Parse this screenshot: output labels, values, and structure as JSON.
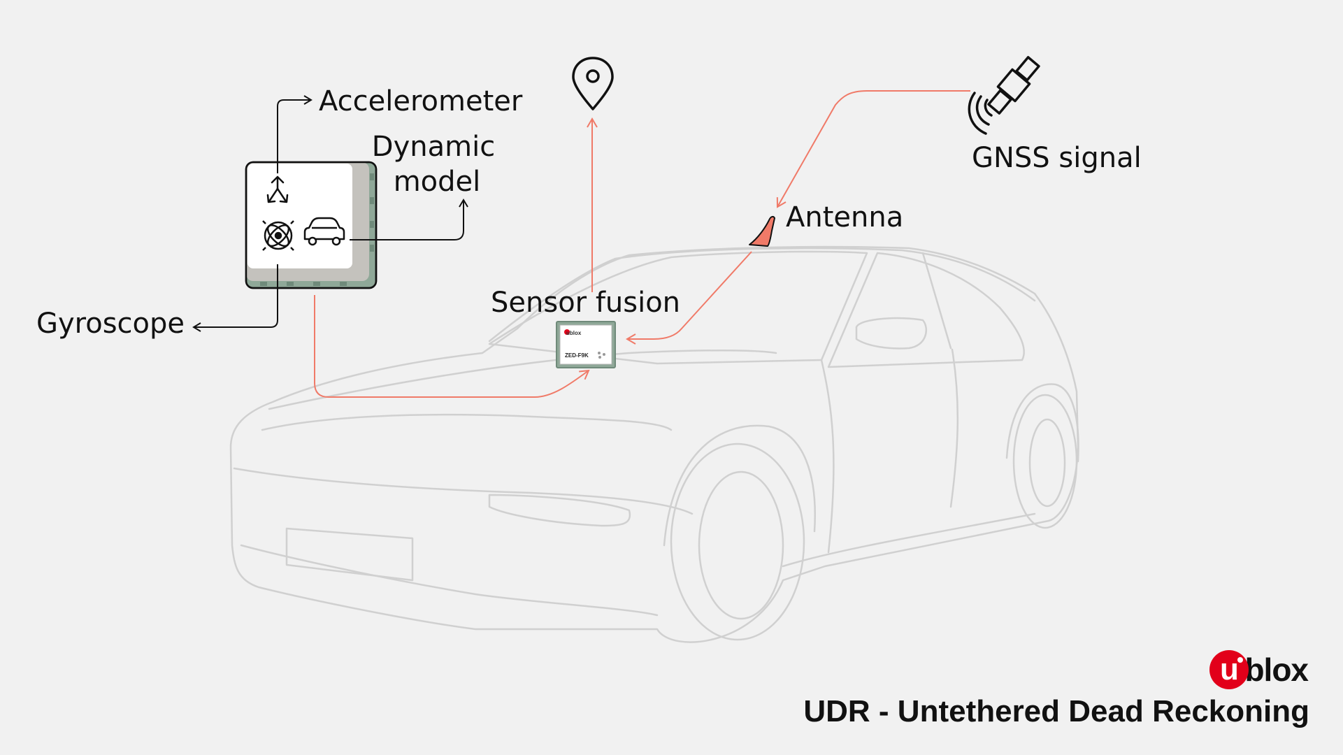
{
  "labels": {
    "accelerometer": "Accelerometer",
    "dynamic_model_line1": "Dynamic",
    "dynamic_model_line2": "model",
    "gyroscope": "Gyroscope",
    "sensor_fusion": "Sensor fusion",
    "antenna": "Antenna",
    "gnss_signal": "GNSS signal"
  },
  "module": {
    "brand": "ublox",
    "part_number": "ZED-F9K"
  },
  "footer": {
    "brand_letter": "u",
    "brand_word": "blox",
    "title": "UDR - Untethered Dead Reckoning"
  },
  "colors": {
    "accent": "#f07a68",
    "brand_red": "#e2001a",
    "car_outline": "#d0d0d0",
    "ink": "#111111"
  },
  "icons": [
    "accelerometer-icon",
    "gyroscope-icon",
    "car-icon",
    "location-pin-icon",
    "satellite-icon",
    "antenna-icon"
  ]
}
